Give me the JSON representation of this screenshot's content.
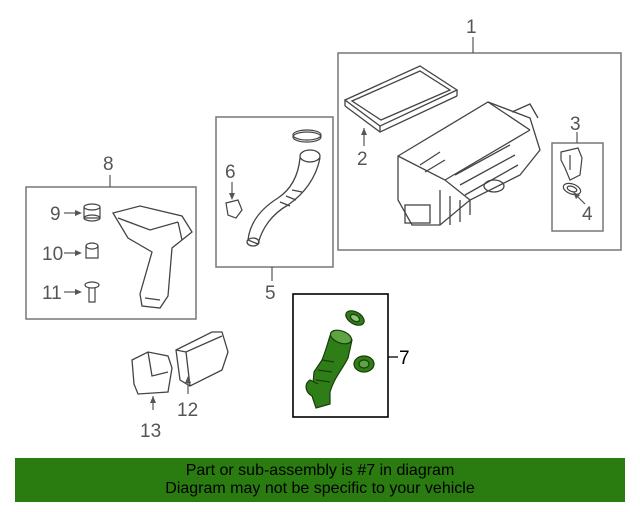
{
  "callouts": {
    "c1": "1",
    "c2": "2",
    "c3": "3",
    "c4": "4",
    "c5": "5",
    "c6": "6",
    "c7": "7",
    "c8": "8",
    "c9": "9",
    "c10": "10",
    "c11": "11",
    "c12": "12",
    "c13": "13"
  },
  "banner": {
    "line1": "Part or sub-assembly is #7 in diagram",
    "line2": "Diagram may not be specific to your vehicle"
  },
  "colors": {
    "highlight": "#2f7d16",
    "banner": "#2a7b10",
    "line": "#555555"
  }
}
